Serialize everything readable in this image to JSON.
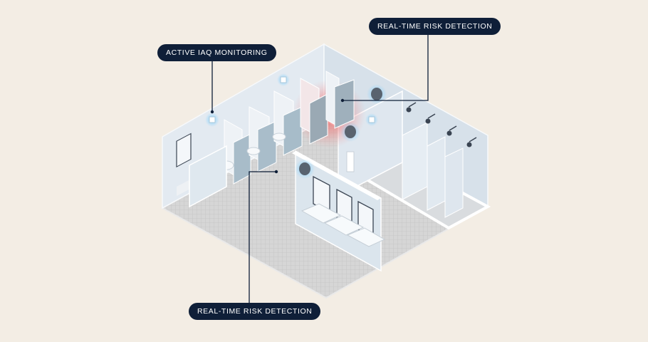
{
  "callouts": {
    "iaq": "ACTIVE IAQ MONITORING",
    "risk_top": "REAL-TIME RISK DETECTION",
    "risk_bottom": "REAL-TIME RISK DETECTION"
  },
  "colors": {
    "background": "#f3ede4",
    "callout_bg": "#0f1f38",
    "callout_text": "#ffffff",
    "wall": "#dde6ee",
    "floor": "#d3d3d3",
    "sensor_glow": "#9fd6f5",
    "risk_glow": "#f06a6a"
  }
}
